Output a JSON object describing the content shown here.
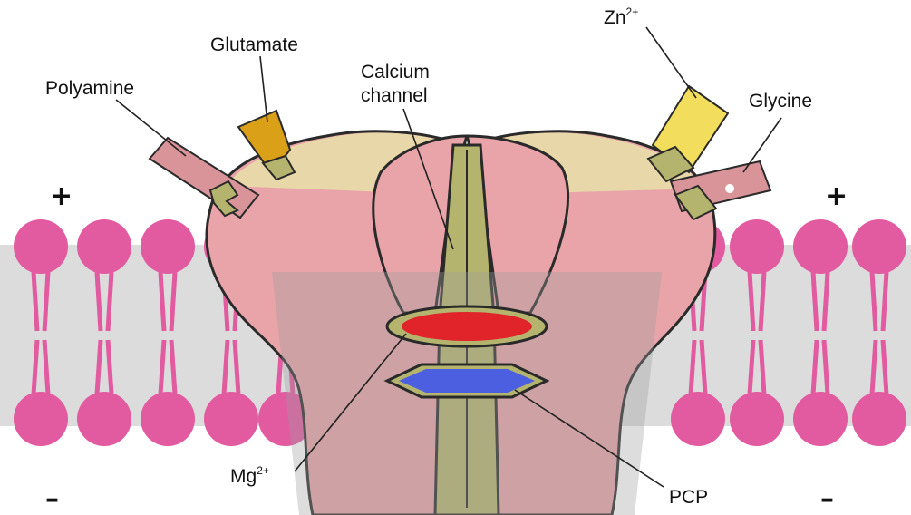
{
  "labels": {
    "polyamine": "Polyamine",
    "glutamate": "Glutamate",
    "calcium_line1": "Calcium",
    "calcium_line2": "channel",
    "zn_base": "Zn",
    "zn_sup": "2+",
    "glycine": "Glycine",
    "mg_base": "Mg",
    "mg_sup": "2+",
    "pcp": "PCP"
  },
  "charges": {
    "left_top": "+",
    "right_top": "+",
    "left_bottom": "–",
    "right_bottom": "–"
  },
  "colors": {
    "membrane_head": "#e25aa0",
    "membrane_tail": "#d9d9d9",
    "receptor_body": "#e8a4a8",
    "receptor_upper": "#e8e1a8",
    "channel": "#b4b46e",
    "mg_ion": "#e0242a",
    "pcp": "#4b5fe0",
    "glutamate": "#d9a018",
    "zinc": "#f2de5c",
    "ligand_pink": "#d9949a"
  }
}
